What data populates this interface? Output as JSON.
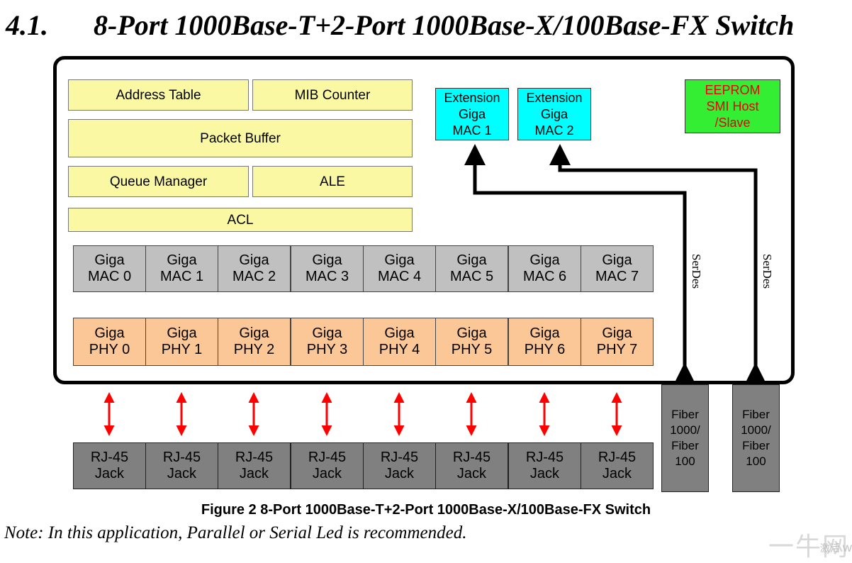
{
  "heading": {
    "number": "4.1.",
    "title": "8-Port 1000Base-T+2-Port 1000Base-X/100Base-FX Switch"
  },
  "blocks": {
    "address_table": "Address Table",
    "mib_counter": "MIB Counter",
    "packet_buffer": "Packet Buffer",
    "queue_manager": "Queue Manager",
    "ale": "ALE",
    "acl": "ACL"
  },
  "extension_macs": [
    {
      "line1": "Extension",
      "line2": "Giga",
      "line3": "MAC 1"
    },
    {
      "line1": "Extension",
      "line2": "Giga",
      "line3": "MAC 2"
    }
  ],
  "eeprom": {
    "line1": "EEPROM",
    "line2": "SMI Host",
    "line3": "/Slave"
  },
  "macs": [
    {
      "line1": "Giga",
      "line2": "MAC 0"
    },
    {
      "line1": "Giga",
      "line2": "MAC 1"
    },
    {
      "line1": "Giga",
      "line2": "MAC 2"
    },
    {
      "line1": "Giga",
      "line2": "MAC 3"
    },
    {
      "line1": "Giga",
      "line2": "MAC 4"
    },
    {
      "line1": "Giga",
      "line2": "MAC 5"
    },
    {
      "line1": "Giga",
      "line2": "MAC 6"
    },
    {
      "line1": "Giga",
      "line2": "MAC 7"
    }
  ],
  "phys": [
    {
      "line1": "Giga",
      "line2": "PHY 0"
    },
    {
      "line1": "Giga",
      "line2": "PHY 1"
    },
    {
      "line1": "Giga",
      "line2": "PHY 2"
    },
    {
      "line1": "Giga",
      "line2": "PHY 3"
    },
    {
      "line1": "Giga",
      "line2": "PHY 4"
    },
    {
      "line1": "Giga",
      "line2": "PHY 5"
    },
    {
      "line1": "Giga",
      "line2": "PHY 6"
    },
    {
      "line1": "Giga",
      "line2": "PHY 7"
    }
  ],
  "jacks": [
    {
      "line1": "RJ-45",
      "line2": "Jack"
    },
    {
      "line1": "RJ-45",
      "line2": "Jack"
    },
    {
      "line1": "RJ-45",
      "line2": "Jack"
    },
    {
      "line1": "RJ-45",
      "line2": "Jack"
    },
    {
      "line1": "RJ-45",
      "line2": "Jack"
    },
    {
      "line1": "RJ-45",
      "line2": "Jack"
    },
    {
      "line1": "RJ-45",
      "line2": "Jack"
    },
    {
      "line1": "RJ-45",
      "line2": "Jack"
    }
  ],
  "fibers": [
    {
      "line1": "Fiber",
      "line2": "1000/",
      "line3": "Fiber",
      "line4": "100"
    },
    {
      "line1": "Fiber",
      "line2": "1000/",
      "line3": "Fiber",
      "line4": "100"
    }
  ],
  "serdes": [
    "SerDes",
    "SerDes"
  ],
  "caption": "Figure 2 8-Port 1000Base-T+2-Port 1000Base-X/100Base-FX Switch",
  "note": "Note: In this application, Parallel or Serial Led is recommended.",
  "watermark": {
    "big": "一牛网",
    "small": "激活 W"
  },
  "colors": {
    "memory_block": "#fbf8a4",
    "extension_mac": "#00ffff",
    "eeprom": "#33ee33",
    "eeprom_text": "#e60000",
    "mac": "#c0c0c0",
    "phy": "#fcc796",
    "jack": "#808080",
    "arrow_red": "#ff0000"
  }
}
